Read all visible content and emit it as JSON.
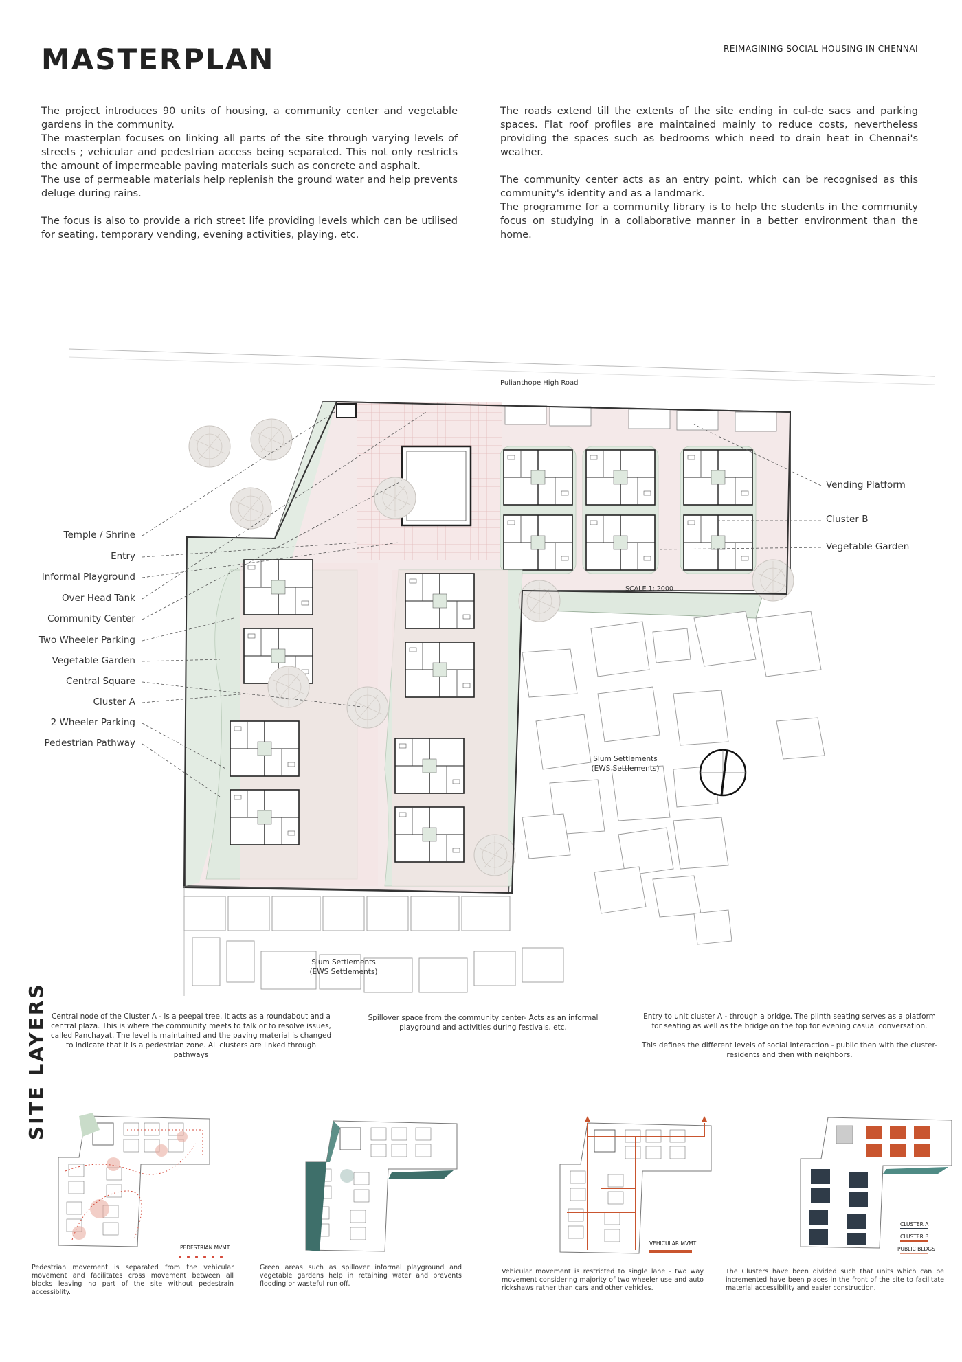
{
  "header": {
    "title": "MASTERPLAN",
    "subtitle": "REIMAGINING SOCIAL HOUSING IN CHENNAI"
  },
  "intro": {
    "left": [
      "The project introduces 90 units of housing, a community center and vegetable gardens in the community.",
      "The masterplan focuses on linking all parts of the site through varying levels of streets ; vehicular and pedestrian access being separated. This not only restricts the amount of impermeable paving materials such as concrete and asphalt.",
      "The use of permeable materials help replenish the ground water and help prevents deluge during rains.",
      "The focus is also to provide a rich street life providing levels which can be utilised for seating, temporary vending, evening activities, playing, etc."
    ],
    "right": [
      "The roads extend till the extents of the site ending in cul-de sacs and parking spaces. Flat roof profiles are maintained mainly to reduce costs, nevertheless providing the spaces such as bedrooms which need to drain heat in Chennai's weather.",
      "The community center acts as an entry point, which can be recognised as this community's identity and as a landmark.",
      "The programme for a community library is to help the students in the community focus on studying in a collaborative manner in a better environment than the home."
    ]
  },
  "plan": {
    "road_label": "Pulianthope High Road",
    "scale_label": "SCALE 1: 2000",
    "slum_label_right": [
      "Slum Settlements",
      "(EWS Settlements)"
    ],
    "slum_label_bottom": [
      "Slum Settlements",
      "(EWS Settlements)"
    ],
    "left_labels": [
      "Temple / Shrine",
      "Entry",
      "Informal Playground",
      "Over Head Tank",
      "Community Center",
      "Two Wheeler Parking",
      "Vegetable Garden",
      "Central Square",
      "Cluster A",
      "2 Wheeler Parking",
      "Pedestrian Pathway"
    ],
    "right_labels": [
      "Vending Platform",
      "Cluster B",
      "Vegetable Garden"
    ]
  },
  "notes": [
    "Central node of the Cluster A - is a peepal tree. It acts as a roundabout and a central plaza. This is where the community meets to talk or to resolve issues, called Panchayat. The level is maintained and the paving material is changed to indicate that it is a pedestrian zone. All clusters are linked through pathways",
    "Spillover space from the community center- Acts as an informal playground and activities during festivals, etc.",
    "Entry to unit cluster A - through a bridge. The plinth seating serves as a platform for seating as well as the bridge on the top for evening casual conversation.",
    "This defines the different levels of social interaction - public then with the cluster-residents and then with neighbors."
  ],
  "site_layers": {
    "heading": "SITE LAYERS",
    "legend_pedestrian": "PEDESTRIAN MVMT.",
    "legend_vehicular": "VEHICULAR MVMT.",
    "legend_clusters": [
      "CLUSTER A",
      "CLUSTER B",
      "PUBLIC BLDGS"
    ],
    "captions": [
      "Pedestrian movement is separated from the vehicular movement and facilitates cross movement between all blocks leaving no part of the site without pedestrain accessiblity.",
      "Green areas such as spillover informal playground and vegetable gardens help in retaining water and prevents flooding or wasteful run off.",
      "Vehicular movement is restricted to single lane - two way movement considering majority of two wheeler use and auto rickshaws rather than cars and other vehicles.",
      "The Clusters have been divided such that units which can be incremented have been places in the front of the site to facilitate material accessibility and easier construction."
    ]
  },
  "colors": {
    "paving": "#f3e6e6",
    "green": "#dfe9df",
    "teal": "#3e6f6a",
    "navy": "#2f3b48",
    "orange": "#c9552f",
    "ped_red": "#d44a3a"
  }
}
